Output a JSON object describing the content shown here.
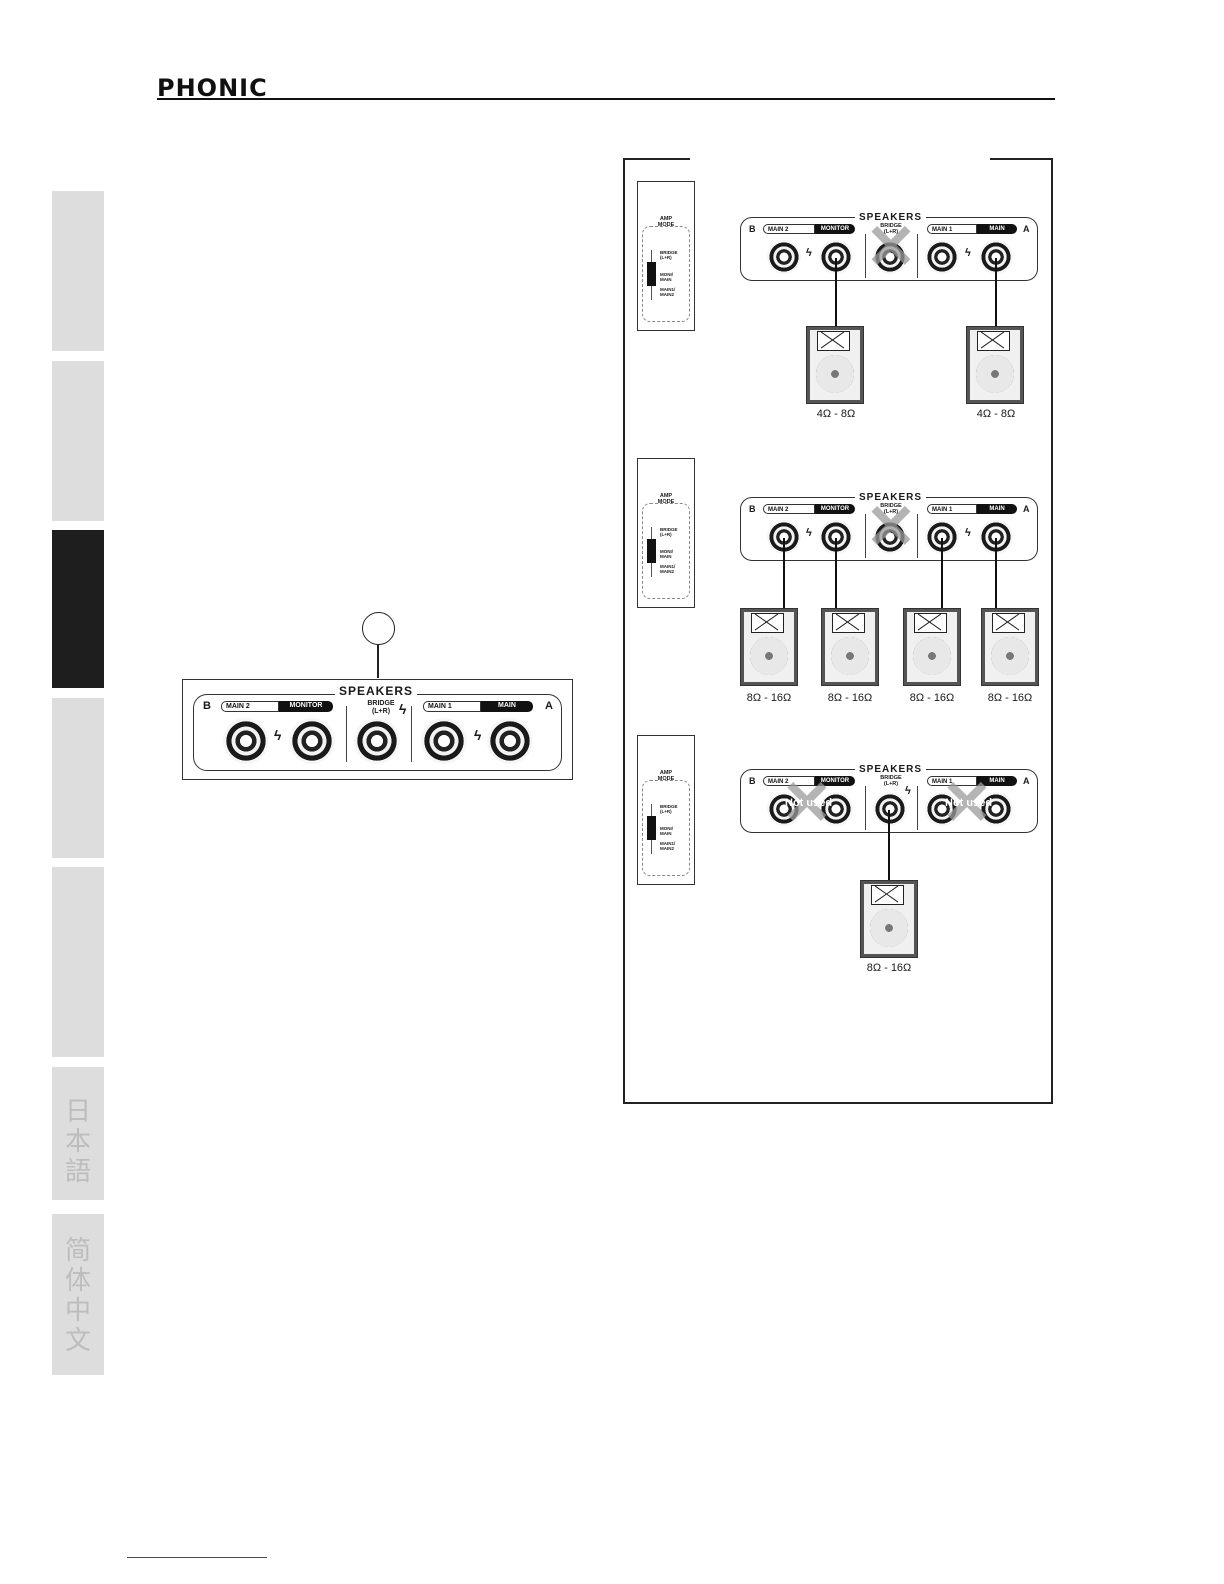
{
  "header": {
    "brand": "PHONIC"
  },
  "side_tabs": {
    "japanese": [
      "日",
      "本",
      "語"
    ],
    "chinese": [
      "简",
      "体",
      "中",
      "文"
    ]
  },
  "panel_labels": {
    "speakers": "SPEAKERS",
    "b": "B",
    "a": "A",
    "main2": "MAIN 2",
    "monitor": "MONITOR",
    "bridge": "BRIDGE",
    "bridge_lr": "(L+R)",
    "main1": "MAIN 1",
    "main": "MAIN"
  },
  "amp_mode": {
    "title_line1": "AMP",
    "title_line2": "MODE",
    "opt_bridge_1": "BRIDGE",
    "opt_bridge_2": "(L+R)",
    "opt_moni_1": "MONI/",
    "opt_moni_2": "MAIN",
    "opt_main_1": "MAIN1/",
    "opt_main_2": "MAIN2"
  },
  "impedance": {
    "mode1": [
      "4Ω - 8Ω",
      "4Ω - 8Ω"
    ],
    "mode2": [
      "8Ω - 16Ω",
      "8Ω - 16Ω",
      "8Ω - 16Ω",
      "8Ω - 16Ω"
    ],
    "mode3": [
      "8Ω - 16Ω"
    ]
  },
  "not_used": "Not used"
}
